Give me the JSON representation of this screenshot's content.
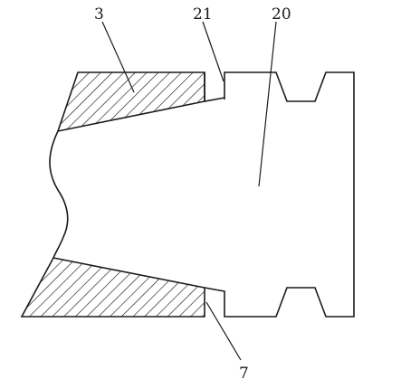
{
  "figure": {
    "labels": {
      "part_3": "3",
      "part_21": "21",
      "part_20": "20",
      "part_7": "7"
    }
  }
}
